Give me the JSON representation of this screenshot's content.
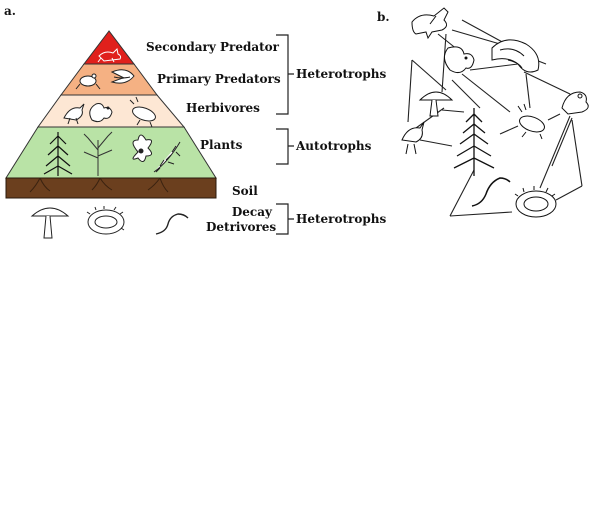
{
  "panel_a": {
    "label": "a.",
    "tiers": {
      "secondary": "Secondary Predator",
      "primary": "Primary Predators",
      "herbivores": "Herbivores",
      "plants": "Plants",
      "soil": "Soil",
      "decay_line1": "Decay",
      "decay_line2": "Detrivores"
    },
    "brackets": {
      "top": "Heterotrophs",
      "middle": "Autotrophs",
      "bottom": "Heterotrophs"
    },
    "colors": {
      "secondary": "#e0201c",
      "primary": "#f5b183",
      "herbivores": "#fde7d4",
      "plants": "#b9e3a6",
      "soil": "#6b3f1e"
    }
  },
  "panel_b": {
    "label": "b."
  }
}
